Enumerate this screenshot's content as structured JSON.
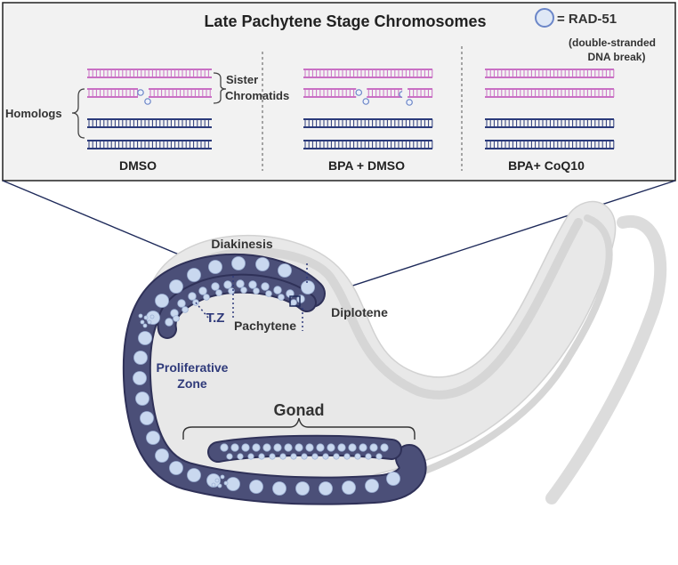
{
  "title": "Late Pachytene Stage Chromosomes",
  "legend": {
    "marker_icon": "rad51-circle-icon",
    "marker_label": "= RAD-51",
    "desc_line1": "(double-stranded",
    "desc_line2": "DNA break)"
  },
  "labels": {
    "sister_line1": "Sister",
    "sister_line2": "Chromatids",
    "homologs": "Homologs"
  },
  "panels": [
    {
      "label": "DMSO",
      "rad51_foci": 2
    },
    {
      "label": "BPA + DMSO",
      "rad51_foci": 4
    },
    {
      "label": "BPA+ CoQ10",
      "rad51_foci": 0
    }
  ],
  "worm_labels": {
    "diakinesis": "Diakinesis",
    "diplotene": "Diplotene",
    "pachytene": "Pachytene",
    "tz": "T.Z",
    "proliferative_line1": "Proliferative",
    "proliferative_line2": "Zone",
    "gonad": "Gonad"
  },
  "colors": {
    "sister_chromatid": "#c970c4",
    "homolog": "#2b3a7a",
    "gonad_fill": "#4b4f78",
    "gonad_stroke": "#2f3158",
    "nucleus": "#c9d8ef",
    "worm_body": "#e7e7e7",
    "text_dark": "#333333",
    "text_blue": "#2f3a7a"
  }
}
